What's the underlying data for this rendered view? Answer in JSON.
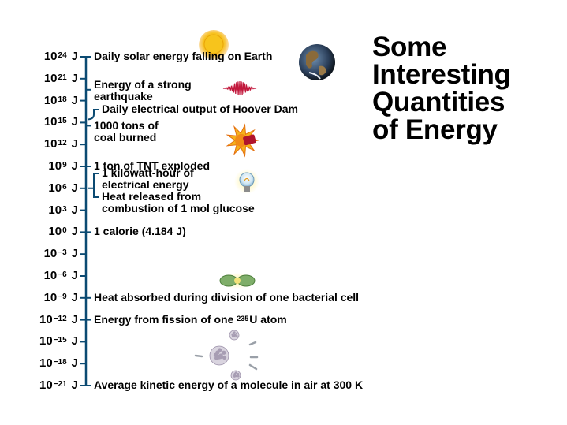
{
  "title_lines": [
    "Some",
    "Interesting",
    "Quantities",
    "of Energy"
  ],
  "unit": "J",
  "colors": {
    "axis": "#0b4a72",
    "text": "#000000"
  },
  "ticks": [
    {
      "base": "10",
      "exp": "24"
    },
    {
      "base": "10",
      "exp": "21"
    },
    {
      "base": "10",
      "exp": "18"
    },
    {
      "base": "10",
      "exp": "15"
    },
    {
      "base": "10",
      "exp": "12"
    },
    {
      "base": "10",
      "exp": "9"
    },
    {
      "base": "10",
      "exp": "6"
    },
    {
      "base": "10",
      "exp": "3"
    },
    {
      "base": "10",
      "exp": "0"
    },
    {
      "base": "10",
      "exp": "−3"
    },
    {
      "base": "10",
      "exp": "−6"
    },
    {
      "base": "10",
      "exp": "−9"
    },
    {
      "base": "10",
      "exp": "−12"
    },
    {
      "base": "10",
      "exp": "−15"
    },
    {
      "base": "10",
      "exp": "−18"
    },
    {
      "base": "10",
      "exp": "−21"
    }
  ],
  "annotations": [
    {
      "value_exp": 24,
      "lines": [
        "Daily solar energy falling on Earth"
      ],
      "icon": "sun-icon"
    },
    {
      "value_exp": 21,
      "lines": [
        "Energy of a strong",
        "earthquake"
      ],
      "icon": "seismograph-wave-icon"
    },
    {
      "value_exp": 16.5,
      "lines": [
        "Daily electrical output of Hoover Dam"
      ],
      "icon": ""
    },
    {
      "value_exp": 15,
      "lines": [
        "1000 tons of",
        "coal burned"
      ],
      "icon": "coal-fire-icon"
    },
    {
      "value_exp": 9,
      "lines": [
        "1 ton of TNT exploded"
      ],
      "icon": ""
    },
    {
      "value_exp": 7.5,
      "lines": [
        "1 kilowatt-hour of",
        "electrical energy"
      ],
      "icon": "light-bulb-icon"
    },
    {
      "value_exp": 5.3,
      "lines": [
        "Heat released from",
        "combustion of 1 mol glucose"
      ],
      "icon": ""
    },
    {
      "value_exp": 0,
      "lines": [
        "1 calorie (4.184 J)"
      ],
      "icon": ""
    },
    {
      "value_exp": -9,
      "lines": [
        "Heat absorbed during division of one bacterial cell"
      ],
      "icon": "dividing-cell-icon"
    },
    {
      "value_exp": -12,
      "lines": [
        "Energy from fission of one ",
        "U atom"
      ],
      "sup": "235",
      "icon": "uranium-fission-icon"
    },
    {
      "value_exp": -21,
      "lines": [
        "Average kinetic energy of a molecule in air at 300 K"
      ],
      "icon": ""
    }
  ],
  "icons": [
    "sun-icon",
    "earth-icon",
    "seismograph-wave-icon",
    "coal-fire-icon",
    "light-bulb-icon",
    "dividing-cell-icon",
    "uranium-fission-icon"
  ]
}
